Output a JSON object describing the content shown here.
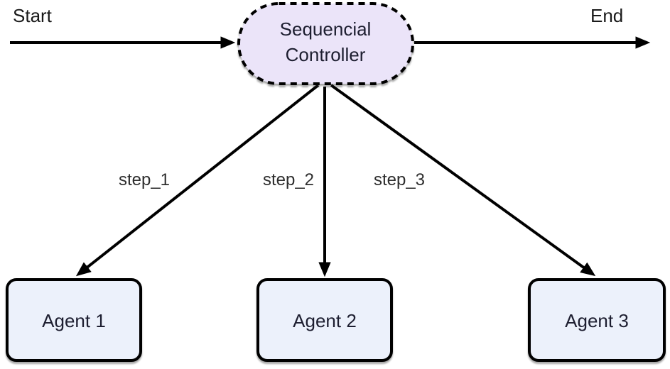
{
  "diagram": {
    "background_color": "#ffffff",
    "edge_color": "#000000",
    "endpoint_text_color": "#1a1a1a",
    "edge_label_color": "#2e2e2e",
    "start_label": "Start",
    "end_label": "End",
    "controller": {
      "line1": "Sequencial",
      "line2": "Controller",
      "fill": "#ebe4f9",
      "border_color": "#000000",
      "text_color": "#1d1e30"
    },
    "steps": [
      {
        "label": "step_1",
        "target": "Agent 1"
      },
      {
        "label": "step_2",
        "target": "Agent 2"
      },
      {
        "label": "step_3",
        "target": "Agent 3"
      }
    ],
    "agents": [
      {
        "label": "Agent 1"
      },
      {
        "label": "Agent 2"
      },
      {
        "label": "Agent 3"
      }
    ],
    "agent_fill": "#ecf1fb",
    "agent_border_color": "#000000",
    "agent_text_color": "#1d1e30"
  }
}
